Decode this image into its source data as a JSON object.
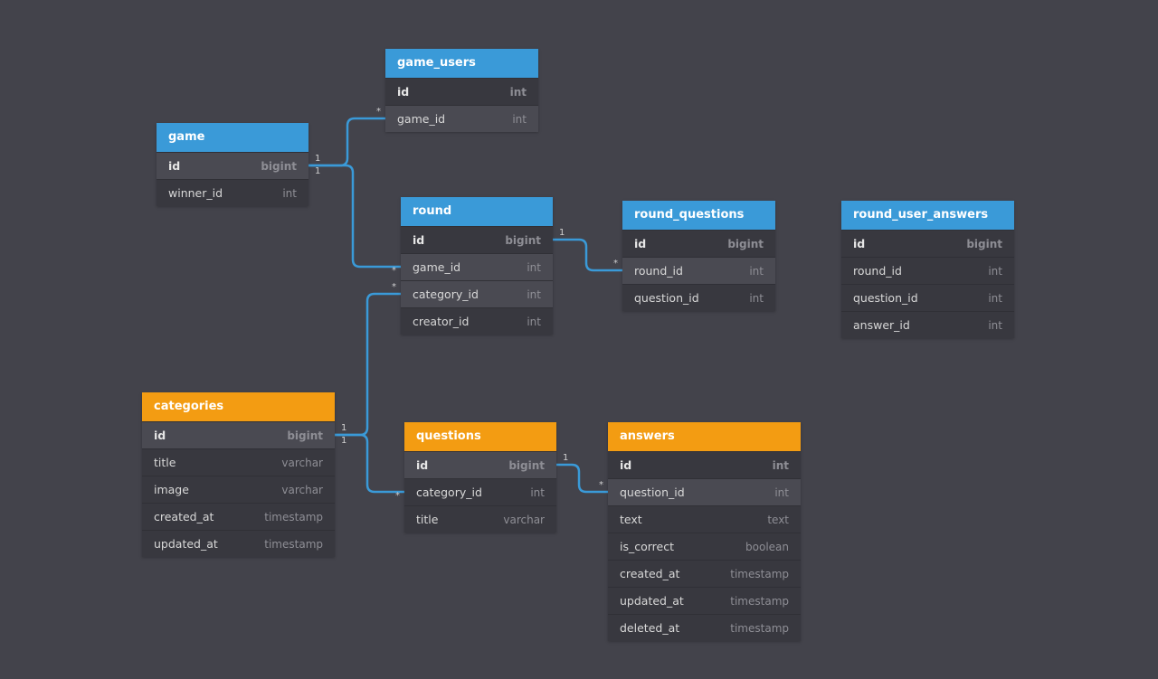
{
  "accent": "#3a9ad8",
  "accent_orange": "#f39c12",
  "tables": [
    {
      "key": "game_users",
      "title": "game_users",
      "color": "blue",
      "columns": [
        {
          "name": "id",
          "type": "int"
        },
        {
          "name": "game_id",
          "type": "int"
        }
      ]
    },
    {
      "key": "game",
      "title": "game",
      "color": "blue",
      "columns": [
        {
          "name": "id",
          "type": "bigint"
        },
        {
          "name": "winner_id",
          "type": "int"
        }
      ]
    },
    {
      "key": "round",
      "title": "round",
      "color": "blue",
      "columns": [
        {
          "name": "id",
          "type": "bigint"
        },
        {
          "name": "game_id",
          "type": "int"
        },
        {
          "name": "category_id",
          "type": "int"
        },
        {
          "name": "creator_id",
          "type": "int"
        }
      ]
    },
    {
      "key": "round_questions",
      "title": "round_questions",
      "color": "blue",
      "columns": [
        {
          "name": "id",
          "type": "bigint"
        },
        {
          "name": "round_id",
          "type": "int"
        },
        {
          "name": "question_id",
          "type": "int"
        }
      ]
    },
    {
      "key": "round_user_answers",
      "title": "round_user_answers",
      "color": "blue",
      "columns": [
        {
          "name": "id",
          "type": "bigint"
        },
        {
          "name": "round_id",
          "type": "int"
        },
        {
          "name": "question_id",
          "type": "int"
        },
        {
          "name": "answer_id",
          "type": "int"
        }
      ]
    },
    {
      "key": "categories",
      "title": "categories",
      "color": "orange",
      "columns": [
        {
          "name": "id",
          "type": "bigint"
        },
        {
          "name": "title",
          "type": "varchar"
        },
        {
          "name": "image",
          "type": "varchar"
        },
        {
          "name": "created_at",
          "type": "timestamp"
        },
        {
          "name": "updated_at",
          "type": "timestamp"
        }
      ]
    },
    {
      "key": "questions",
      "title": "questions",
      "color": "orange",
      "columns": [
        {
          "name": "id",
          "type": "bigint"
        },
        {
          "name": "category_id",
          "type": "int"
        },
        {
          "name": "title",
          "type": "varchar"
        }
      ]
    },
    {
      "key": "answers",
      "title": "answers",
      "color": "orange",
      "columns": [
        {
          "name": "id",
          "type": "int"
        },
        {
          "name": "question_id",
          "type": "int"
        },
        {
          "name": "text",
          "type": "text"
        },
        {
          "name": "is_correct",
          "type": "boolean"
        },
        {
          "name": "created_at",
          "type": "timestamp"
        },
        {
          "name": "updated_at",
          "type": "timestamp"
        },
        {
          "name": "deleted_at",
          "type": "timestamp"
        }
      ]
    }
  ],
  "relations": [
    {
      "from": "game.id",
      "to": "game_users.game_id",
      "from_card": "1",
      "to_card": "*"
    },
    {
      "from": "game.id",
      "to": "round.game_id",
      "from_card": "1",
      "to_card": "*"
    },
    {
      "from": "categories.id",
      "to": "round.category_id",
      "from_card": "1",
      "to_card": "*"
    },
    {
      "from": "categories.id",
      "to": "questions.category_id",
      "from_card": "1",
      "to_card": "*"
    },
    {
      "from": "round.id",
      "to": "round_questions.round_id",
      "from_card": "1",
      "to_card": "*"
    },
    {
      "from": "questions.id",
      "to": "answers.question_id",
      "from_card": "1",
      "to_card": "*"
    }
  ]
}
